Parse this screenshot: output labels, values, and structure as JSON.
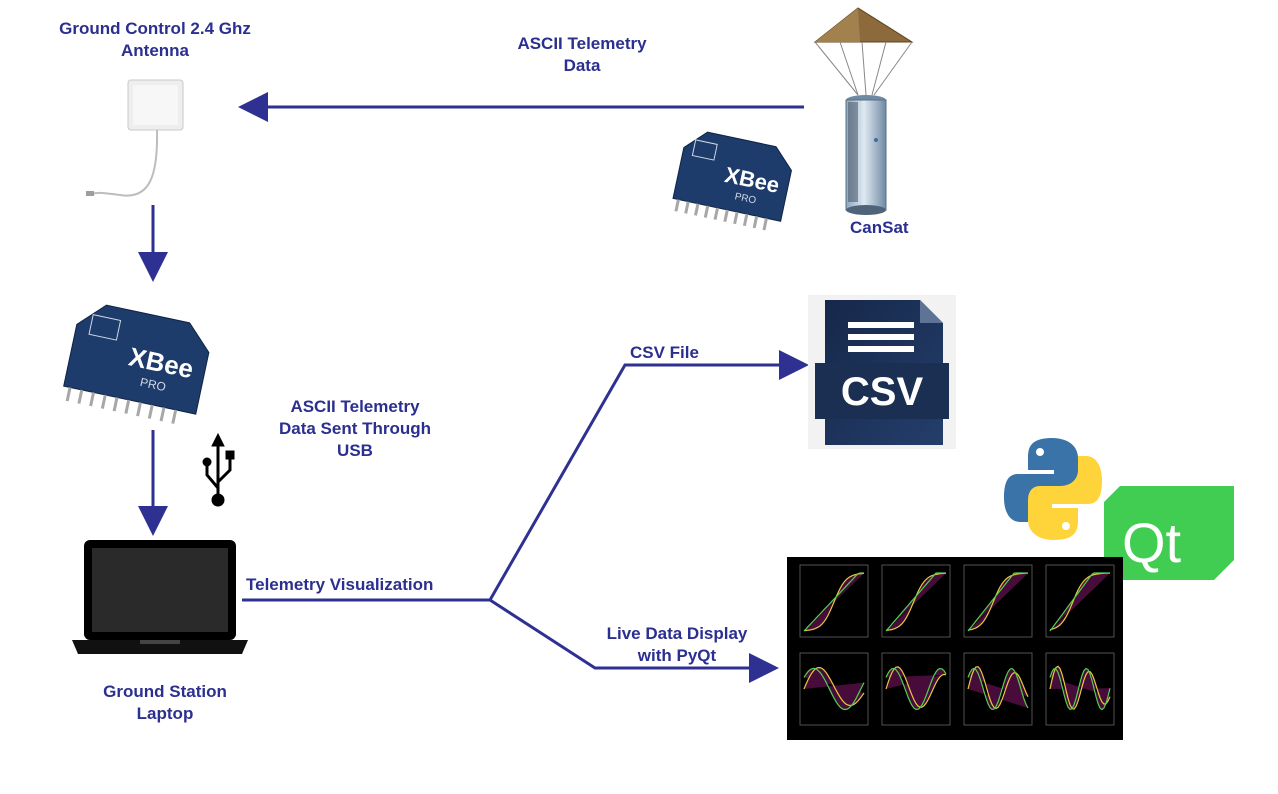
{
  "labels": {
    "antenna": "Ground Control 2.4 Ghz\nAntenna",
    "top_flow": "ASCII Telemetry\nData",
    "cansat": "CanSat",
    "usb_flow": "ASCII Telemetry\nData Sent Through\nUSB",
    "visualization": "Telemetry Visualization",
    "csv_file": "CSV File",
    "live_display": "Live Data Display\nwith PyQt",
    "laptop": "Ground Station\nLaptop"
  },
  "images": {
    "xbee_text": "XBee",
    "xbee_sub": "PRO",
    "csv_doc_text": "CSV",
    "qt_logo_text": "Qt"
  },
  "colors": {
    "label": "#2b2f8f",
    "arrow": "#2e3192",
    "xbee_board": "#1d3b6b",
    "qt_green": "#41cd52",
    "csv_dark": "#1b2f52",
    "plot_bg": "#000000"
  }
}
